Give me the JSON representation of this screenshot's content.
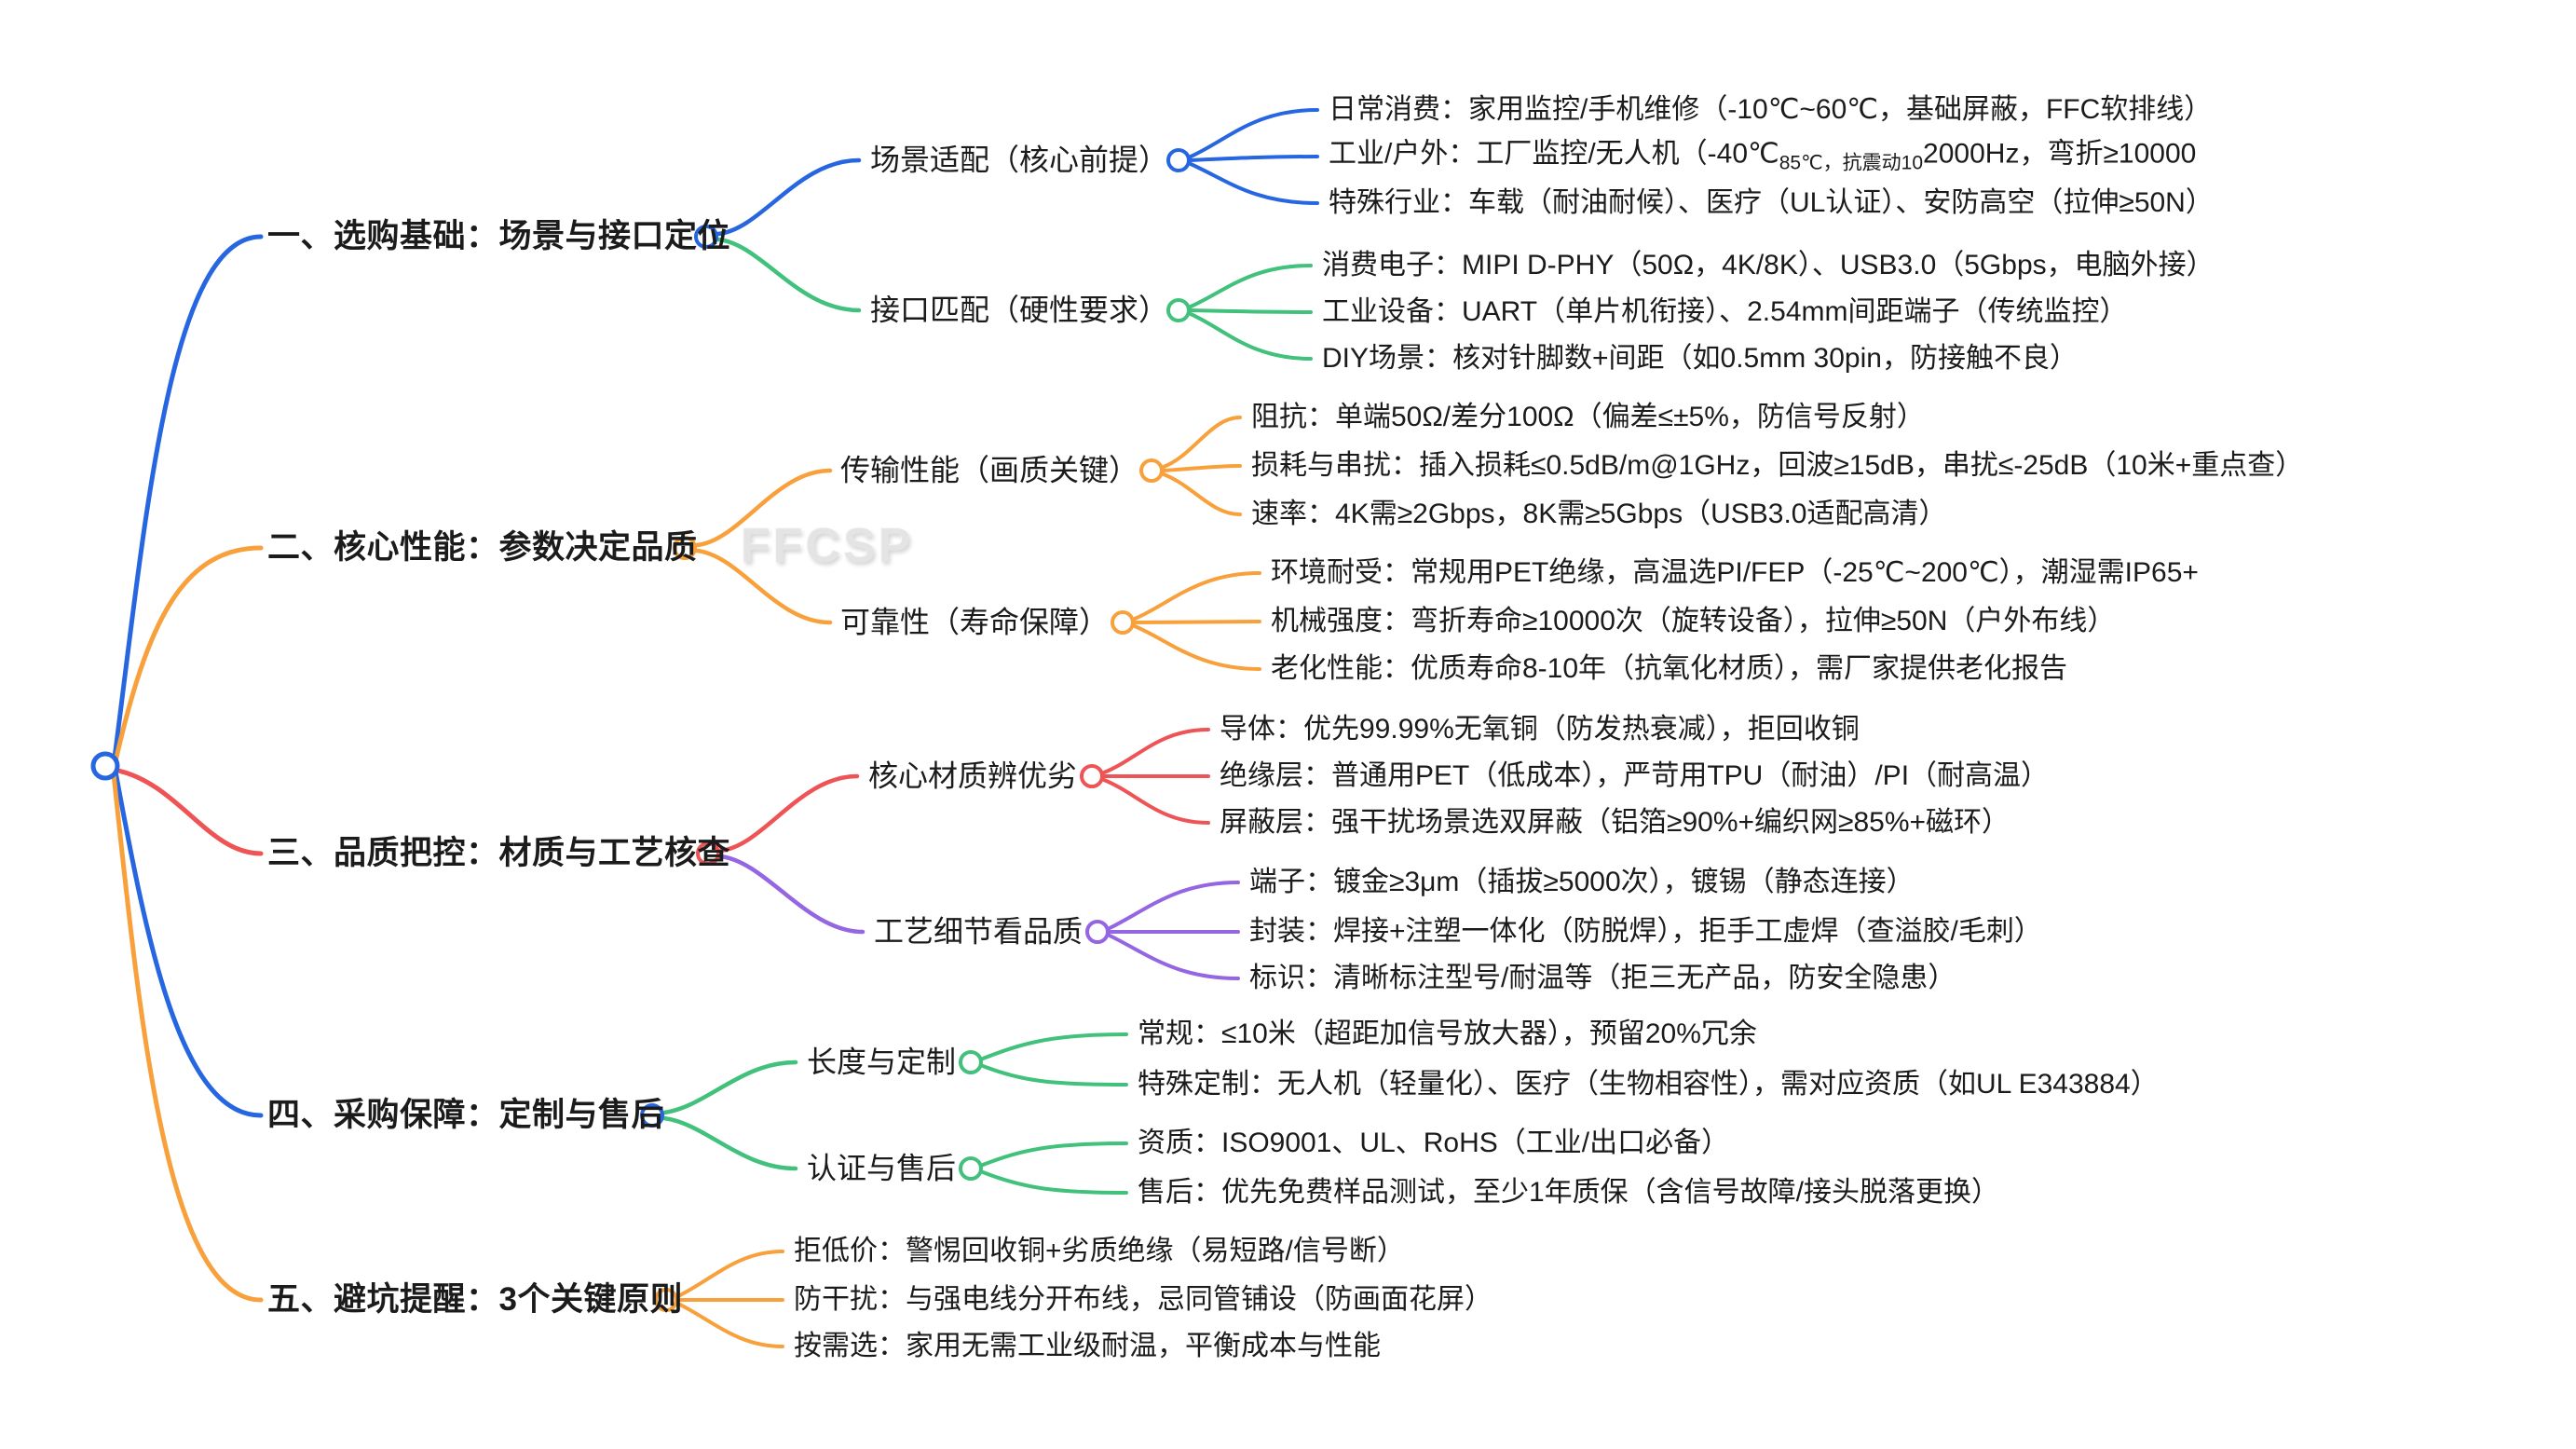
{
  "watermark": "FFCSP",
  "palette": {
    "blue": "#2766E1",
    "green": "#41C17B",
    "orange": "#F8A13C",
    "red": "#EE5356",
    "purple": "#9566E2",
    "text": "#1B1B1B",
    "watermark_gray": "#E4E4E4",
    "node_fill": "#FFFFFF"
  },
  "branches": [
    {
      "label": "一、选购基础：场景与接口定位",
      "color": "#2766E1",
      "children": [
        {
          "label": "场景适配（核心前提）",
          "color": "#2766E1",
          "leaves": [
            {
              "text": "日常消费：家用监控/手机维修（-10℃~60℃，基础屏蔽，FFC软排线）"
            },
            {
              "prefix": "工业/户外：工厂监控/无人机（-40℃",
              "sub": "85℃，抗震动10",
              "suffix": "2000Hz，弯折≥10000"
            },
            {
              "text": "特殊行业：车载（耐油耐候）、医疗（UL认证）、安防高空（拉伸≥50N）"
            }
          ]
        },
        {
          "label": "接口匹配（硬性要求）",
          "color": "#41C17B",
          "leaves": [
            {
              "text": "消费电子：MIPI D-PHY（50Ω，4K/8K）、USB3.0（5Gbps，电脑外接）"
            },
            {
              "text": "工业设备：UART（单片机衔接）、2.54mm间距端子（传统监控）"
            },
            {
              "text": "DIY场景：核对针脚数+间距（如0.5mm 30pin，防接触不良）"
            }
          ]
        }
      ]
    },
    {
      "label": "二、核心性能：参数决定品质",
      "color": "#F8A13C",
      "children": [
        {
          "label": "传输性能（画质关键）",
          "color": "#F8A13C",
          "leaves": [
            {
              "text": "阻抗：单端50Ω/差分100Ω（偏差≤±5%，防信号反射）"
            },
            {
              "text": "损耗与串扰：插入损耗≤0.5dB/m@1GHz，回波≥15dB，串扰≤-25dB（10米+重点查）"
            },
            {
              "text": "速率：4K需≥2Gbps，8K需≥5Gbps（USB3.0适配高清）"
            }
          ]
        },
        {
          "label": "可靠性（寿命保障）",
          "color": "#F8A13C",
          "leaves": [
            {
              "text": "环境耐受：常规用PET绝缘，高温选PI/FEP（-25℃~200℃），潮湿需IP65+"
            },
            {
              "text": "机械强度：弯折寿命≥10000次（旋转设备），拉伸≥50N（户外布线）"
            },
            {
              "text": "老化性能：优质寿命8-10年（抗氧化材质），需厂家提供老化报告"
            }
          ]
        }
      ]
    },
    {
      "label": "三、品质把控：材质与工艺核查",
      "color": "#EE5356",
      "children": [
        {
          "label": "核心材质辨优劣",
          "color": "#EE5356",
          "leaves": [
            {
              "text": "导体：优先99.99%无氧铜（防发热衰减），拒回收铜"
            },
            {
              "text": "绝缘层：普通用PET（低成本），严苛用TPU（耐油）/PI（耐高温）"
            },
            {
              "text": "屏蔽层：强干扰场景选双屏蔽（铝箔≥90%+编织网≥85%+磁环）"
            }
          ]
        },
        {
          "label": "工艺细节看品质",
          "color": "#9566E2",
          "leaves": [
            {
              "text": "端子：镀金≥3μm（插拔≥5000次），镀锡（静态连接）"
            },
            {
              "text": "封装：焊接+注塑一体化（防脱焊），拒手工虚焊（查溢胶/毛刺）"
            },
            {
              "text": "标识：清晰标注型号/耐温等（拒三无产品，防安全隐患）"
            }
          ]
        }
      ]
    },
    {
      "label": "四、采购保障：定制与售后",
      "color": "#2766E1",
      "children": [
        {
          "label": "长度与定制",
          "color": "#41C17B",
          "leaves": [
            {
              "text": "常规：≤10米（超距加信号放大器），预留20%冗余"
            },
            {
              "text": "特殊定制：无人机（轻量化）、医疗（生物相容性），需对应资质（如UL E343884）"
            }
          ]
        },
        {
          "label": "认证与售后",
          "color": "#41C17B",
          "leaves": [
            {
              "text": "资质：ISO9001、UL、RoHS（工业/出口必备）"
            },
            {
              "text": "售后：优先免费样品测试，至少1年质保（含信号故障/接头脱落更换）"
            }
          ]
        }
      ]
    },
    {
      "label": "五、避坑提醒：3个关键原则",
      "color": "#F8A13C",
      "leaves": [
        {
          "text": "拒低价：警惕回收铜+劣质绝缘（易短路/信号断）"
        },
        {
          "text": "防干扰：与强电线分开布线，忌同管铺设（防画面花屏）"
        },
        {
          "text": "按需选：家用无需工业级耐温，平衡成本与性能"
        }
      ]
    }
  ]
}
